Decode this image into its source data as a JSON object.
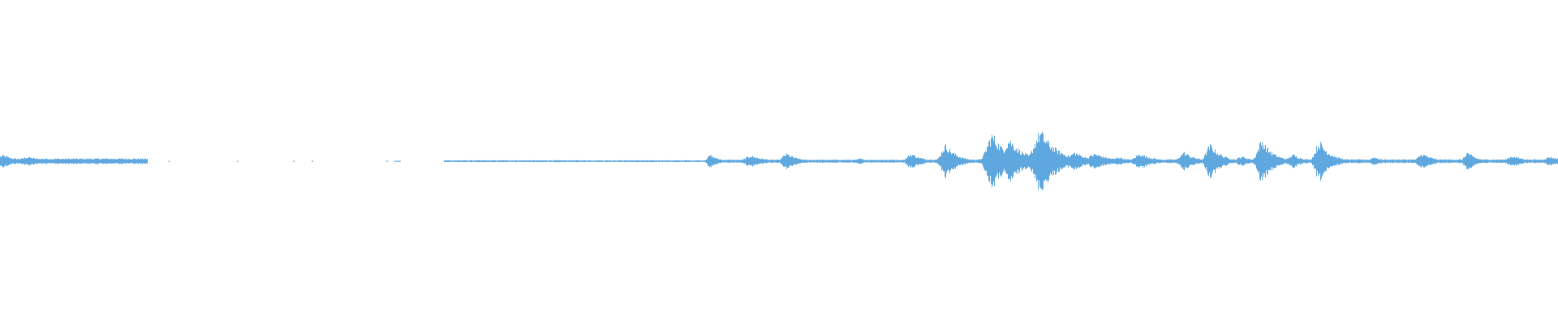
{
  "waveform": {
    "color": "#5fa8df",
    "background": "#ffffff",
    "segments": [
      {
        "start": 0.0,
        "end": 0.095,
        "amp": 0.018
      },
      {
        "start": 0.285,
        "end": 0.455,
        "amp": 0.006
      },
      {
        "start": 0.455,
        "end": 0.58,
        "amp": 0.01
      },
      {
        "start": 0.58,
        "end": 1.0,
        "amp": 0.012
      }
    ],
    "bursts": [
      {
        "pos": 0.002,
        "amp": 0.04,
        "width": 0.01
      },
      {
        "pos": 0.018,
        "amp": 0.03,
        "width": 0.012
      },
      {
        "pos": 0.046,
        "amp": 0.018,
        "width": 0.008
      },
      {
        "pos": 0.068,
        "amp": 0.015,
        "width": 0.006
      },
      {
        "pos": 0.456,
        "amp": 0.042,
        "width": 0.006
      },
      {
        "pos": 0.482,
        "amp": 0.038,
        "width": 0.01
      },
      {
        "pos": 0.505,
        "amp": 0.05,
        "width": 0.008
      },
      {
        "pos": 0.552,
        "amp": 0.018,
        "width": 0.006
      },
      {
        "pos": 0.585,
        "amp": 0.05,
        "width": 0.008
      },
      {
        "pos": 0.607,
        "amp": 0.11,
        "width": 0.008
      },
      {
        "pos": 0.637,
        "amp": 0.18,
        "width": 0.01
      },
      {
        "pos": 0.648,
        "amp": 0.15,
        "width": 0.01
      },
      {
        "pos": 0.668,
        "amp": 0.2,
        "width": 0.012
      },
      {
        "pos": 0.69,
        "amp": 0.06,
        "width": 0.01
      },
      {
        "pos": 0.703,
        "amp": 0.05,
        "width": 0.012
      },
      {
        "pos": 0.718,
        "amp": 0.028,
        "width": 0.008
      },
      {
        "pos": 0.732,
        "amp": 0.05,
        "width": 0.01
      },
      {
        "pos": 0.76,
        "amp": 0.06,
        "width": 0.008
      },
      {
        "pos": 0.777,
        "amp": 0.11,
        "width": 0.008
      },
      {
        "pos": 0.797,
        "amp": 0.032,
        "width": 0.008
      },
      {
        "pos": 0.81,
        "amp": 0.14,
        "width": 0.008
      },
      {
        "pos": 0.83,
        "amp": 0.045,
        "width": 0.008
      },
      {
        "pos": 0.847,
        "amp": 0.13,
        "width": 0.008
      },
      {
        "pos": 0.882,
        "amp": 0.03,
        "width": 0.006
      },
      {
        "pos": 0.913,
        "amp": 0.05,
        "width": 0.008
      },
      {
        "pos": 0.942,
        "amp": 0.06,
        "width": 0.006
      },
      {
        "pos": 0.971,
        "amp": 0.035,
        "width": 0.01
      },
      {
        "pos": 0.995,
        "amp": 0.03,
        "width": 0.01
      }
    ],
    "dots": [
      0.108,
      0.152,
      0.188,
      0.2,
      0.248,
      0.253
    ]
  }
}
